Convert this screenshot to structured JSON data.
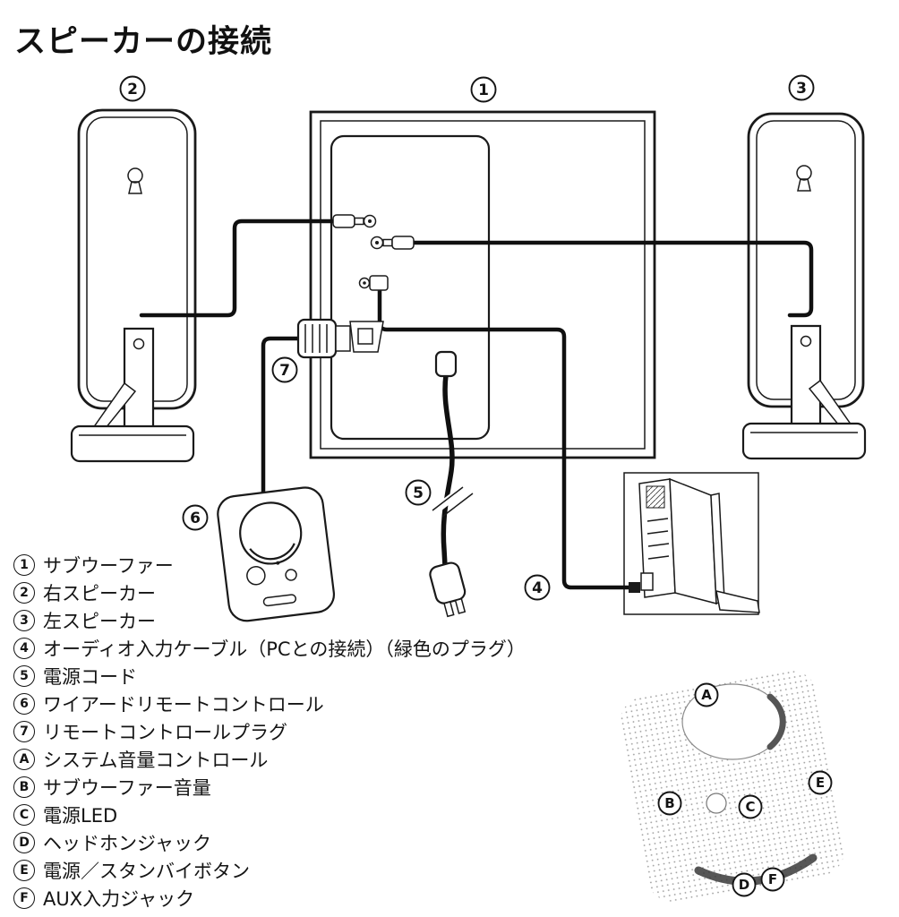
{
  "title": "スピーカーの接続",
  "legend": {
    "items": [
      {
        "marker": "1",
        "label": "サブウーファー"
      },
      {
        "marker": "2",
        "label": "右スピーカー"
      },
      {
        "marker": "3",
        "label": "左スピーカー"
      },
      {
        "marker": "4",
        "label": "オーディオ入力ケーブル（PCとの接続）（緑色のプラグ）"
      },
      {
        "marker": "5",
        "label": "電源コード"
      },
      {
        "marker": "6",
        "label": "ワイアードリモートコントロール"
      },
      {
        "marker": "7",
        "label": "リモートコントロールプラグ"
      },
      {
        "marker": "A",
        "label": "システム音量コントロール"
      },
      {
        "marker": "B",
        "label": "サブウーファー音量"
      },
      {
        "marker": "C",
        "label": "電源LED"
      },
      {
        "marker": "D",
        "label": "ヘッドホンジャック"
      },
      {
        "marker": "E",
        "label": "電源／スタンバイボタン"
      },
      {
        "marker": "F",
        "label": "AUX入力ジャック"
      }
    ]
  },
  "colors": {
    "ink": "#1a1a1a",
    "paper": "#ffffff"
  }
}
